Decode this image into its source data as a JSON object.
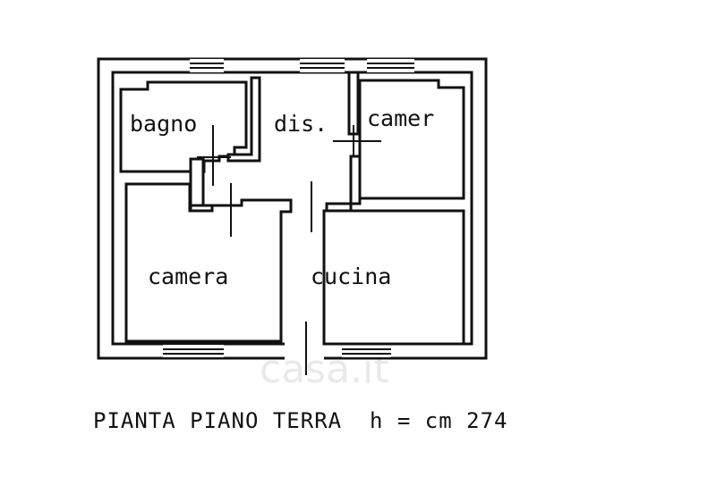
{
  "rooms": {
    "bagno": "bagno",
    "disimpegno": "dis.",
    "camera_right": "camer",
    "camera_left": "camera",
    "cucina": "cucina"
  },
  "caption": "PIANTA PIANO TERRA  h = cm 274",
  "watermark": "casa.it"
}
